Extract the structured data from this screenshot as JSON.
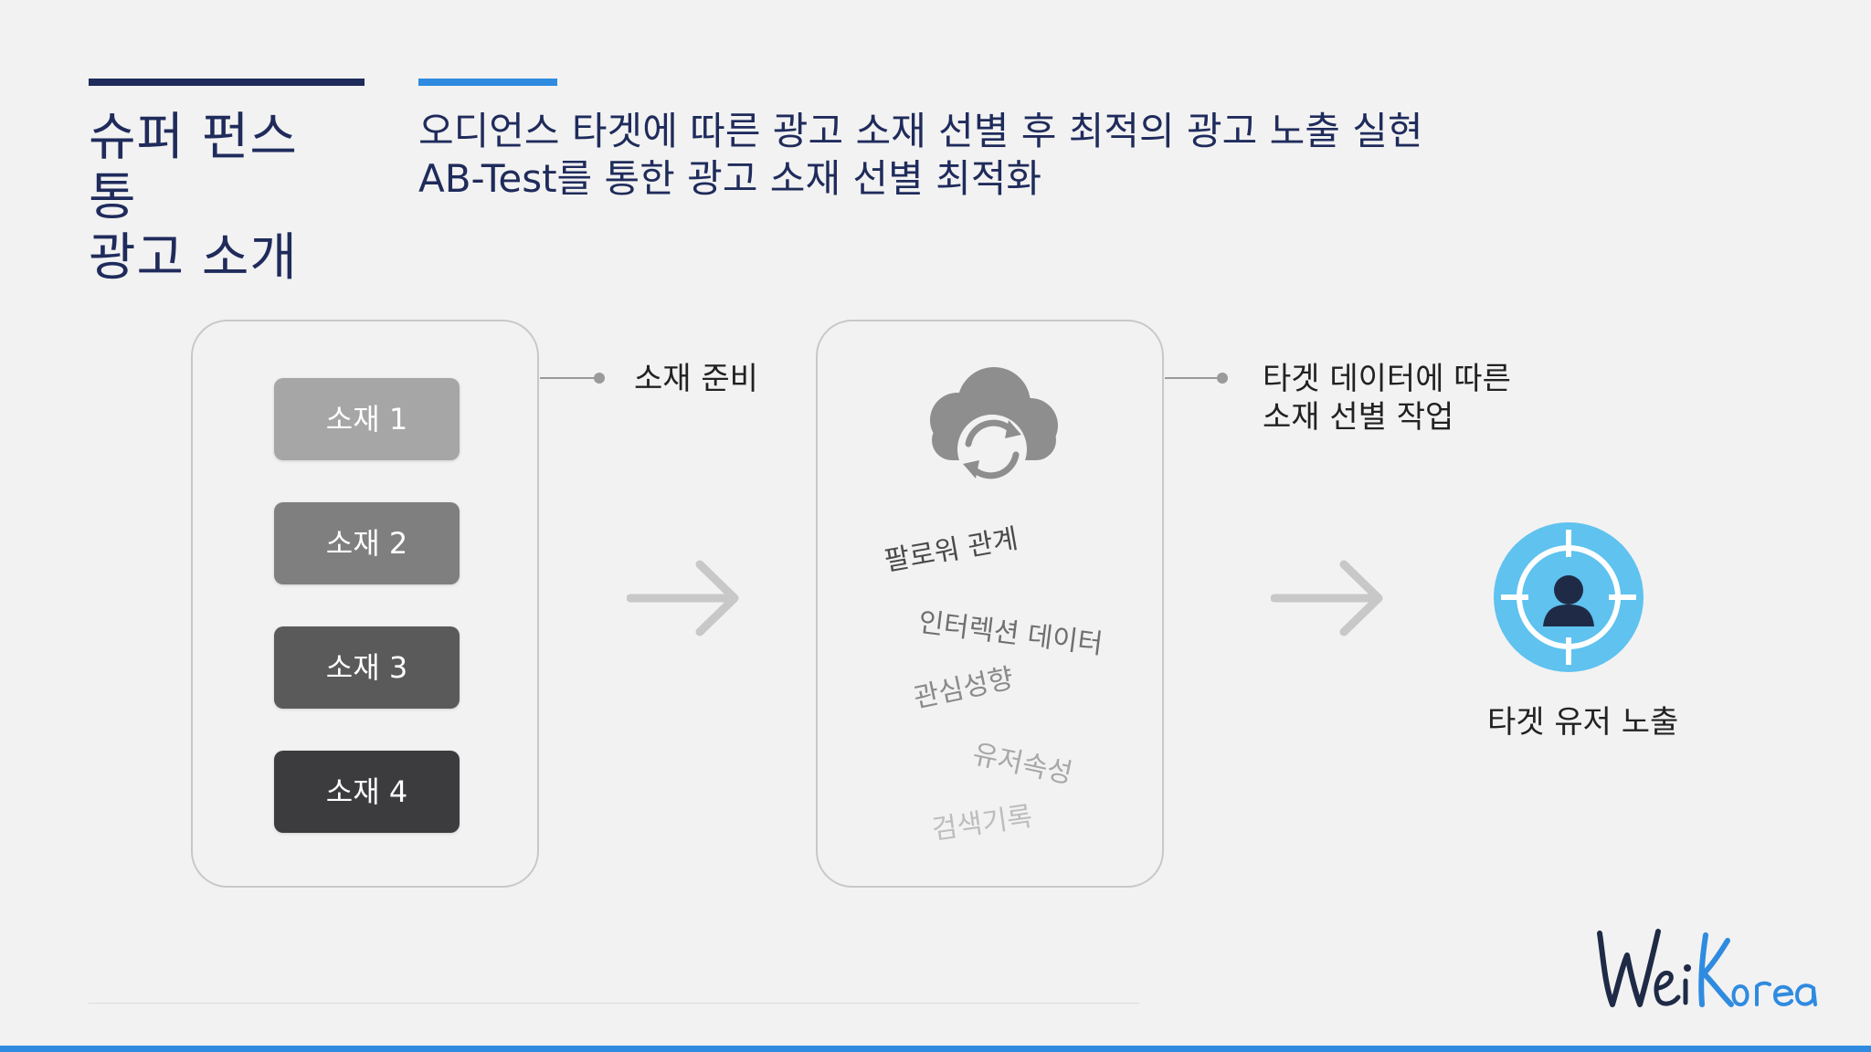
{
  "header": {
    "title_lines": [
      "슈퍼 펀스",
      "통",
      "광고 소개"
    ],
    "subtitle_lines": [
      "오디언스 타겟에 따른 광고 소재 선별 후 최적의 광고 노출 실현",
      "AB-Test를 통한 광고 소재 선별 최적화"
    ],
    "accent_dark": "#1f2b5b",
    "accent_blue": "#2f8be0"
  },
  "creatives": [
    {
      "label": "소재 1",
      "color": "#a6a6a6"
    },
    {
      "label": "소재 2",
      "color": "#7f7f7f"
    },
    {
      "label": "소재 3",
      "color": "#5a5a5a"
    },
    {
      "label": "소재 4",
      "color": "#3c3b3e"
    }
  ],
  "step_labels": {
    "prep": "소재 준비",
    "select_lines": [
      "타겟 데이터에 따른",
      "소재 선별 작업"
    ],
    "target": "타겟 유저 노출"
  },
  "keywords": [
    "팔로워 관계",
    "인터렉션 데이터",
    "관심성향",
    "유저속성",
    "검색기록"
  ],
  "icons": {
    "cloud": "cloud-sync-icon",
    "target": "target-user-icon",
    "arrow": "arrow-right-icon"
  },
  "brand": {
    "logo": "WeiKorea"
  }
}
